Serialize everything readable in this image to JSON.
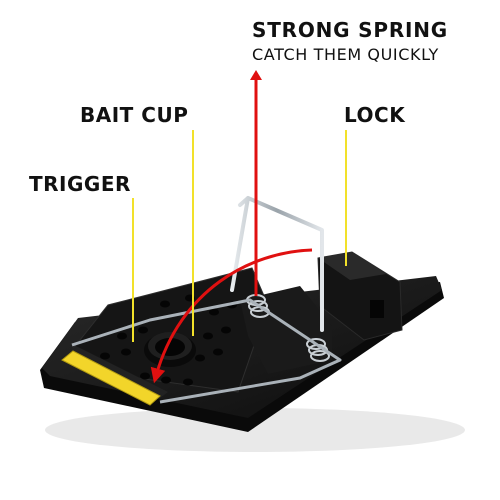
{
  "labels": {
    "strong_spring": "STRONG SPRING",
    "strong_spring_sub": "CATCH THEM QUICKLY",
    "bait_cup": "BAIT CUP",
    "lock": "LOCK",
    "trigger": "TRIGGER"
  },
  "colors": {
    "pointer_yellow": "#f2e12a",
    "arrow_red": "#e01010",
    "trap_body": "#111111",
    "wire": "#c9d0d6"
  }
}
